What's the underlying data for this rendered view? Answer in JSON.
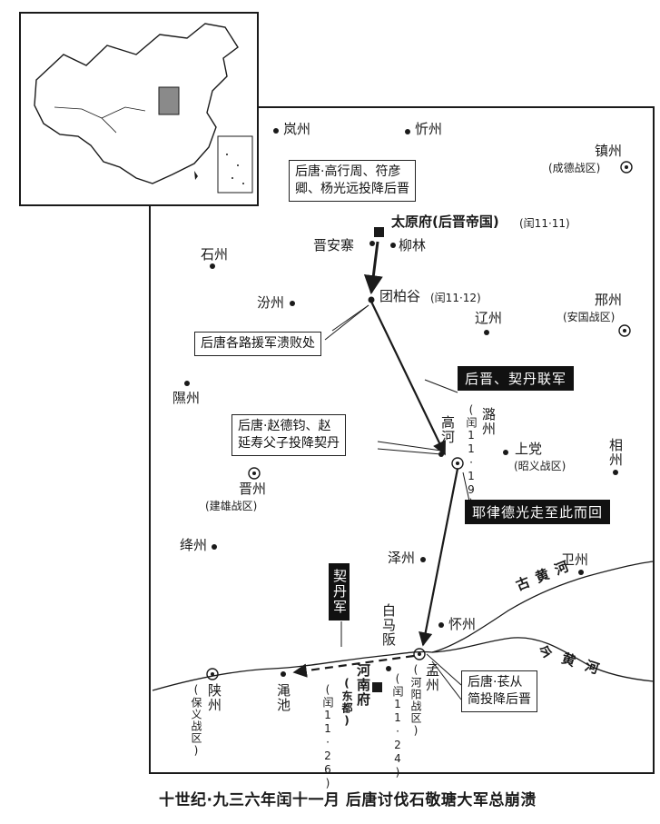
{
  "caption": "十世纪·九三六年闰十一月 后唐讨伐石敬瑭大军总崩溃",
  "places": {
    "lanzhou": "岚州",
    "xinzhou": "忻州",
    "zhenzhou": "镇州",
    "zhenzhou_zone": "(成德战区)",
    "taiyuan": "太原府(后晋帝国)",
    "taiyuan_date": "(闰11·11)",
    "jinancai": "晋安寨",
    "liulin": "柳林",
    "shizhou": "石州",
    "fenzhou": "汾州",
    "tuanbaigu": "团柏谷",
    "tuanbaigu_date": "(闰11·12)",
    "liaozhou": "辽州",
    "xingzhou": "邢州",
    "xingzhou_zone": "(安国战区)",
    "xizhou": "隰州",
    "gaohe": "高河",
    "luzhou": "潞州",
    "luzhou_date": "(闰11·19)",
    "shangdang": "上党",
    "shangdang_zone": "(昭义战区)",
    "xiangzhou": "相州",
    "jinzhou": "晋州",
    "jinzhou_zone": "(建雄战区)",
    "jiangzhou": "绛州",
    "zezhou": "泽州",
    "weizhou": "卫州",
    "baimapo": "白马阪",
    "huaizhou": "怀州",
    "mengzhou": "孟州",
    "mengzhou_zone": "(河阳战区)",
    "mengzhou_date": "(闰11·24)",
    "henanfu": "河南府",
    "henanfu_alt": "(东都)",
    "henanfu_date": "(闰11·26)",
    "mianchi": "渑池",
    "shanzhou": "陕州",
    "shanzhou_zone": "(保义战区)",
    "old_river": "古黄河",
    "new_river": "今黄河"
  },
  "callouts": {
    "surrender1_line1": "后唐·高行周、符彦",
    "surrender1_line2": "卿、杨光远投降后晋",
    "rout": "后唐各路援军溃败处",
    "surrender2_line1": "后唐·赵德钧、赵",
    "surrender2_line2": "延寿父子投降契丹",
    "surrender3_line1": "后唐·苌从",
    "surrender3_line2": "简投降后晋"
  },
  "black_labels": {
    "allied_army": "后晋、契丹联军",
    "yelu": "耶律德光走至此而回",
    "khitan": "契丹军"
  },
  "colors": {
    "ink": "#1a1a1a",
    "paper": "#ffffff",
    "highlight": "#8a8a8a"
  }
}
